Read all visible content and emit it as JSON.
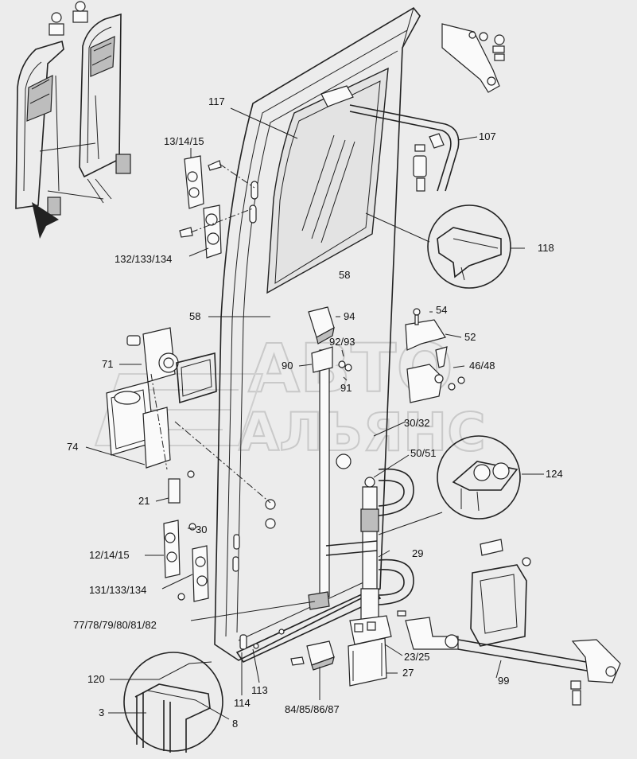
{
  "watermark": {
    "line1": "АВТО",
    "line2": "АЛЬЯНС"
  },
  "callouts": [
    {
      "id": "c117",
      "text": "117"
    },
    {
      "id": "c107",
      "text": "107"
    },
    {
      "id": "c13",
      "text": "13/14/15"
    },
    {
      "id": "c132",
      "text": "132/133/134"
    },
    {
      "id": "c118",
      "text": "118"
    },
    {
      "id": "c58a",
      "text": "58"
    },
    {
      "id": "c58b",
      "text": "58"
    },
    {
      "id": "c94",
      "text": "94"
    },
    {
      "id": "c54",
      "text": "54"
    },
    {
      "id": "c52",
      "text": "52"
    },
    {
      "id": "c92",
      "text": "92/93"
    },
    {
      "id": "c71",
      "text": "71"
    },
    {
      "id": "c90",
      "text": "90"
    },
    {
      "id": "c46",
      "text": "46/48"
    },
    {
      "id": "c91",
      "text": "91"
    },
    {
      "id": "c3032",
      "text": "30/32"
    },
    {
      "id": "c74",
      "text": "74"
    },
    {
      "id": "c5051",
      "text": "50/51"
    },
    {
      "id": "c124",
      "text": "124"
    },
    {
      "id": "c21",
      "text": "21"
    },
    {
      "id": "c30",
      "text": "30"
    },
    {
      "id": "c29",
      "text": "29"
    },
    {
      "id": "c12",
      "text": "12/14/15"
    },
    {
      "id": "c131",
      "text": "131/133/134"
    },
    {
      "id": "c77",
      "text": "77/78/79/80/81/82"
    },
    {
      "id": "c2325",
      "text": "23/25"
    },
    {
      "id": "c27",
      "text": "27"
    },
    {
      "id": "c99",
      "text": "99"
    },
    {
      "id": "c120",
      "text": "120"
    },
    {
      "id": "c113",
      "text": "113"
    },
    {
      "id": "c114",
      "text": "114"
    },
    {
      "id": "c3",
      "text": "3"
    },
    {
      "id": "c8",
      "text": "8"
    },
    {
      "id": "c84",
      "text": "84/85/86/87"
    }
  ]
}
